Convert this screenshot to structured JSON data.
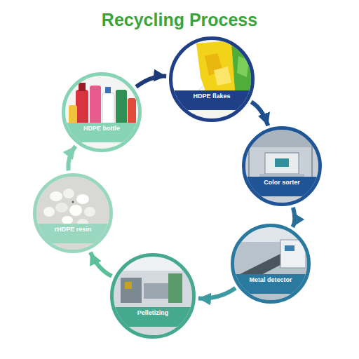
{
  "diagram": {
    "title": "Recycling Process",
    "nodes": [
      {
        "text": [
          "HDPE bottle"
        ]
      },
      {
        "text": [
          "HDPE flakes"
        ]
      },
      {
        "text": [
          "Color sorter"
        ]
      },
      {
        "text": [
          "Metal detector"
        ]
      },
      {
        "text": [
          "Pelletizing"
        ]
      },
      {
        "text": [
          "rHDPE resin"
        ]
      }
    ],
    "edges": [
      {
        "from": 0,
        "to": 1,
        "arrow": "to"
      },
      {
        "from": 1,
        "to": 2,
        "arrow": "to"
      },
      {
        "from": 2,
        "to": 3,
        "arrow": "to"
      },
      {
        "from": 3,
        "to": 4,
        "arrow": "to"
      },
      {
        "from": 4,
        "to": 5,
        "arrow": "to"
      },
      {
        "from": 5,
        "to": 0,
        "arrow": "to"
      }
    ]
  }
}
